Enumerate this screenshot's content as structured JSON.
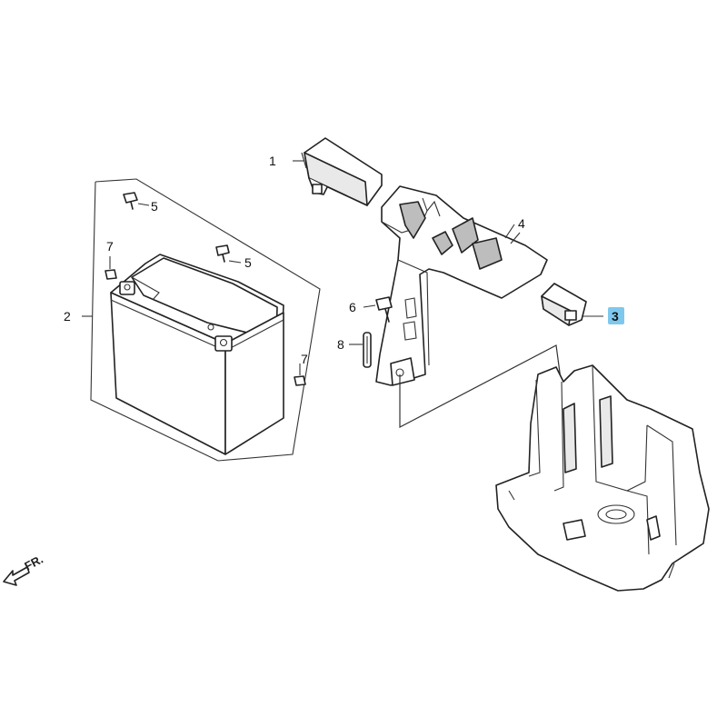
{
  "diagram": {
    "callouts": {
      "c1": "1",
      "c2": "2",
      "c3": "3",
      "c4": "4",
      "c5a": "5",
      "c5b": "5",
      "c6": "6",
      "c7a": "7",
      "c7b": "7",
      "c8": "8"
    },
    "highlighted_callout": "3",
    "highlight_color": "#7ec8ee",
    "direction_marker": "FR."
  }
}
